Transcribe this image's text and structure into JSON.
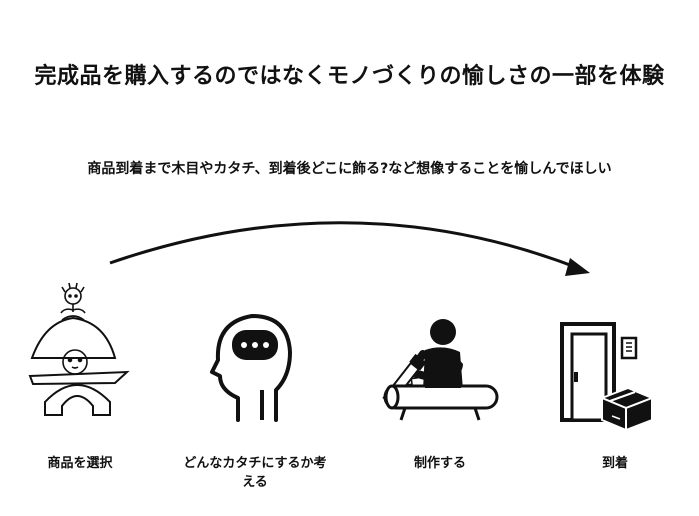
{
  "title": "完成品を購入するのではなくモノづくりの愉しさの一部を体験",
  "subtitle": "商品到着まで木目やカタチ、到着後どこに飾る?など想像することを愉しんでほしい",
  "steps": [
    {
      "label": "商品を選択",
      "icon": "product-figure-icon"
    },
    {
      "label": "どんなカタチにするか考える",
      "icon": "thinking-head-icon"
    },
    {
      "label": "制作する",
      "icon": "woodworker-icon"
    },
    {
      "label": "到着",
      "icon": "delivery-door-icon"
    }
  ]
}
